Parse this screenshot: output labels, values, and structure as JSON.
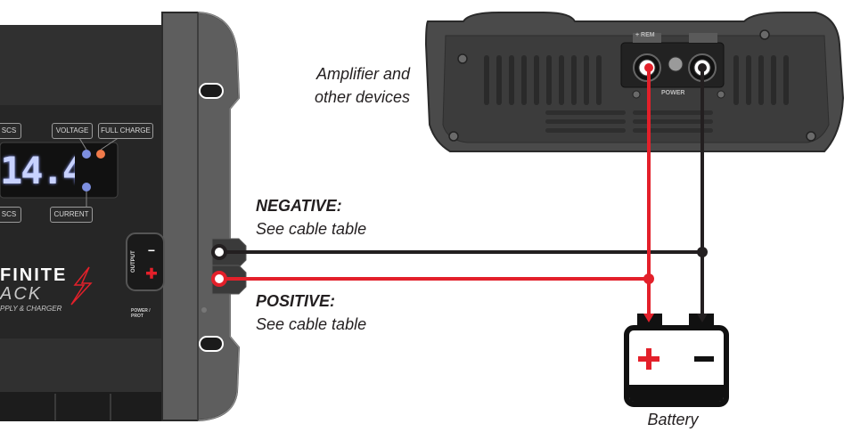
{
  "labels": {
    "amplifier": [
      "Amplifier and",
      "other devices"
    ],
    "negative_title": "NEGATIVE:",
    "negative_sub": "See cable table",
    "positive_title": "POSITIVE:",
    "positive_sub": "See cable table",
    "battery": "Battery"
  },
  "charger": {
    "display_value": "14.4",
    "tags": {
      "scs_top": "SCS",
      "voltage": "VOLTAGE",
      "full_charge": "FULL CHARGE",
      "scs_bottom": "SCS",
      "current": "CURRENT"
    },
    "brand_line1": "FINITE",
    "brand_line2": "ACK",
    "brand_line3": "PPLY & CHARGER",
    "output_label": "OUTPUT",
    "power_prot": [
      "POWER /",
      "PROT"
    ]
  },
  "amplifier": {
    "terminal_label": "+ REM",
    "power_label": "POWER"
  },
  "colors": {
    "positive_wire": "#e3202a",
    "negative_wire": "#231f20",
    "device_body": "#3a3a3a",
    "device_frame": "#5a5a5a"
  }
}
